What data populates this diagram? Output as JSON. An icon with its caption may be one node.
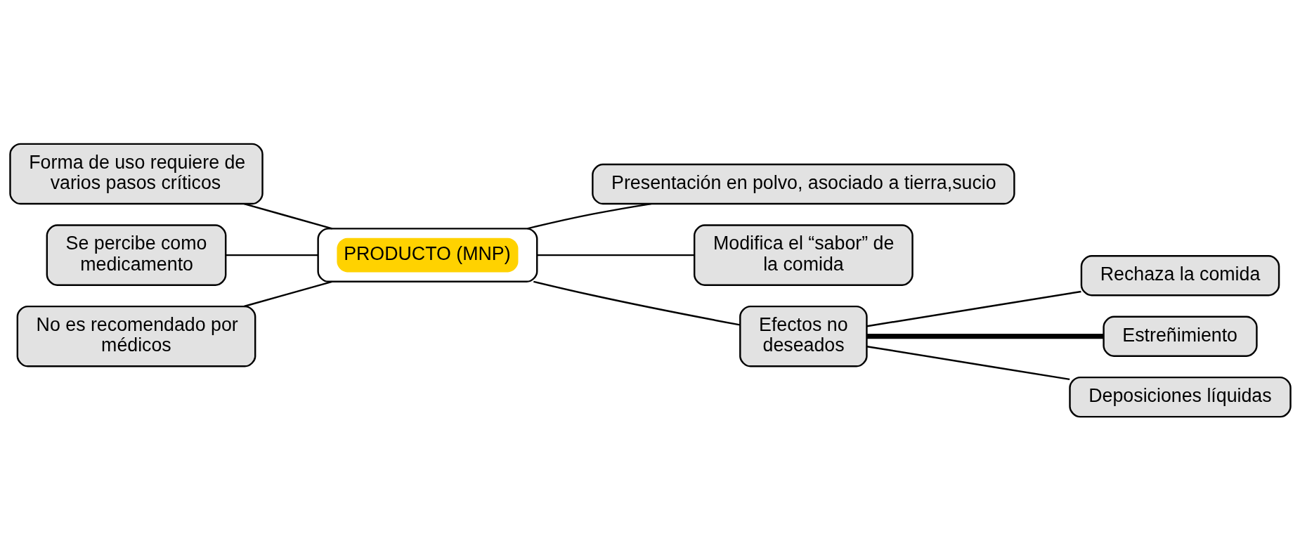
{
  "diagram": {
    "nodes": [
      {
        "text": [
          "PRODUCTO (MNP)"
        ]
      },
      {
        "text": [
          "Forma de uso requiere de varios pasos críticos"
        ]
      },
      {
        "text": [
          "Presentación en polvo, asociado a tierra,sucio"
        ]
      },
      {
        "text": [
          "Modifica el “sabor” de la comida"
        ]
      },
      {
        "text": [
          "Se percibe como medicamento"
        ]
      },
      {
        "text": [
          "No es recomendado por médicos"
        ]
      },
      {
        "text": [
          "Efectos no deseados"
        ]
      },
      {
        "text": [
          "Rechaza la comida"
        ]
      },
      {
        "text": [
          "Estreñimiento"
        ]
      },
      {
        "text": [
          "Deposiciones líquidas"
        ]
      }
    ],
    "edges": [
      {
        "from": 1,
        "to": 0,
        "arrow": "none"
      },
      {
        "from": 0,
        "to": 2,
        "arrow": "none"
      },
      {
        "from": 0,
        "to": 3,
        "arrow": "none"
      },
      {
        "from": 4,
        "to": 0,
        "arrow": "none"
      },
      {
        "from": 5,
        "to": 0,
        "arrow": "none"
      },
      {
        "from": 0,
        "to": 6,
        "arrow": "none"
      },
      {
        "from": 6,
        "to": 7,
        "arrow": "none"
      },
      {
        "from": 6,
        "to": 8,
        "arrow": "none",
        "style": "thick"
      },
      {
        "from": 6,
        "to": 9,
        "arrow": "none"
      }
    ]
  }
}
